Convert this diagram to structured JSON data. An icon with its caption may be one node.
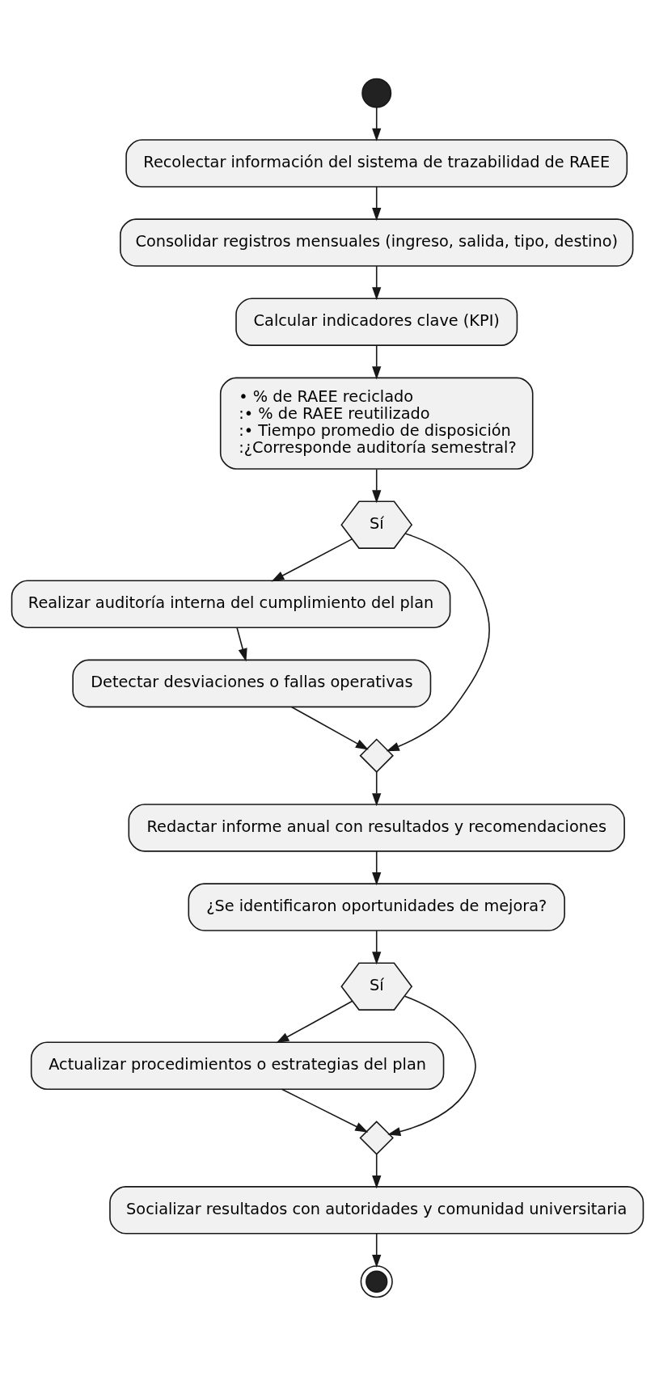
{
  "diagram": {
    "nodes": [
      {
        "text": [],
        "shape": "circle"
      },
      {
        "text": [
          "Recolectar información del sistema de trazabilidad de RAEE"
        ]
      },
      {
        "text": [
          "Consolidar registros mensuales (ingreso, salida, tipo, destino)"
        ]
      },
      {
        "text": [
          "Calcular indicadores clave (KPI)"
        ]
      },
      {
        "text": [
          "• % de RAEE reciclado",
          ":• % de RAEE reutilizado",
          ":• Tiempo promedio de disposición",
          ":¿Corresponde auditoría semestral?"
        ]
      },
      {
        "text": [
          "Sí"
        ]
      },
      {
        "text": [
          "Realizar auditoría interna del cumplimiento del plan"
        ]
      },
      {
        "text": [
          "Detectar desviaciones o fallas operativas"
        ]
      },
      {
        "text": [],
        "shape": "diamond"
      },
      {
        "text": [
          "Redactar informe anual con resultados y recomendaciones"
        ]
      },
      {
        "text": [
          "¿Se identificaron oportunidades de mejora?"
        ]
      },
      {
        "text": [
          "Sí"
        ]
      },
      {
        "text": [
          "Actualizar procedimientos o estrategias del plan"
        ]
      },
      {
        "text": [],
        "shape": "diamond"
      },
      {
        "text": [
          "Socializar resultados con autoridades y comunidad universitaria"
        ]
      },
      {
        "text": [],
        "shape": "circle"
      }
    ],
    "edges": [
      {
        "from": 0,
        "to": 1,
        "arrow": "to"
      },
      {
        "from": 1,
        "to": 2,
        "arrow": "to"
      },
      {
        "from": 2,
        "to": 3,
        "arrow": "to"
      },
      {
        "from": 3,
        "to": 4,
        "arrow": "to"
      },
      {
        "from": 4,
        "to": 5,
        "arrow": "to"
      },
      {
        "from": 5,
        "to": 6,
        "arrow": "to"
      },
      {
        "from": 6,
        "to": 7,
        "arrow": "to"
      },
      {
        "from": 7,
        "to": 8,
        "arrow": "to"
      },
      {
        "from": 5,
        "to": 8,
        "arrow": "to"
      },
      {
        "from": 8,
        "to": 9,
        "arrow": "to"
      },
      {
        "from": 9,
        "to": 10,
        "arrow": "to"
      },
      {
        "from": 10,
        "to": 11,
        "arrow": "to"
      },
      {
        "from": 11,
        "to": 12,
        "arrow": "to"
      },
      {
        "from": 12,
        "to": 13,
        "arrow": "to"
      },
      {
        "from": 11,
        "to": 13,
        "arrow": "to"
      },
      {
        "from": 13,
        "to": 14,
        "arrow": "to"
      },
      {
        "from": 14,
        "to": 15,
        "arrow": "to"
      }
    ]
  }
}
